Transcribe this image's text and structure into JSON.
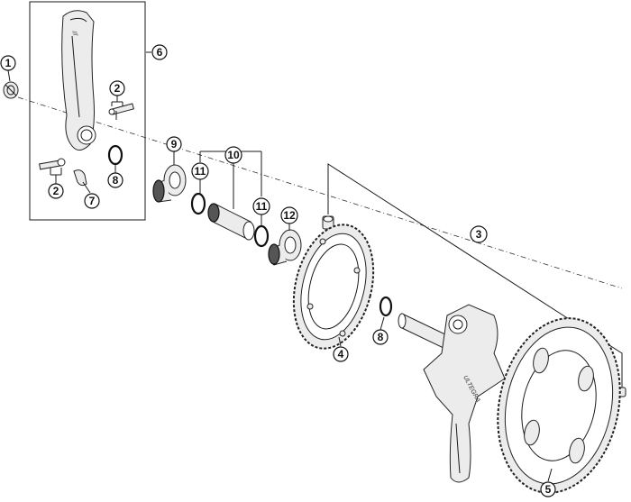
{
  "callouts": [
    {
      "id": "1",
      "label": "1"
    },
    {
      "id": "2a",
      "label": "2"
    },
    {
      "id": "2b",
      "label": "2"
    },
    {
      "id": "3",
      "label": "3"
    },
    {
      "id": "4",
      "label": "4"
    },
    {
      "id": "5",
      "label": "5"
    },
    {
      "id": "6",
      "label": "6"
    },
    {
      "id": "7",
      "label": "7"
    },
    {
      "id": "8a",
      "label": "8"
    },
    {
      "id": "8b",
      "label": "8"
    },
    {
      "id": "9",
      "label": "9"
    },
    {
      "id": "10",
      "label": "10"
    },
    {
      "id": "11a",
      "label": "11"
    },
    {
      "id": "11b",
      "label": "11"
    },
    {
      "id": "12",
      "label": "12"
    }
  ],
  "crank_logo": "ULTEGRA"
}
